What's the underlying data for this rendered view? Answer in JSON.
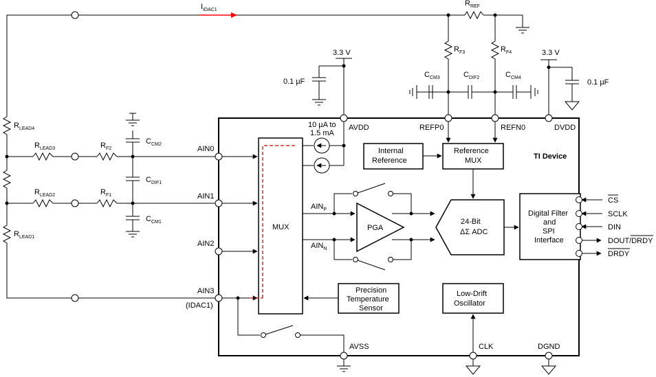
{
  "labels": {
    "idac1_main": "I",
    "idac1_sub": "IDAC1",
    "rref_main": "R",
    "rref_sub": "REF",
    "rf3_main": "R",
    "rf3_sub": "F3",
    "rf4_main": "R",
    "rf4_sub": "F4",
    "ccm3_main": "C",
    "ccm3_sub": "CM3",
    "cdif2_main": "C",
    "cdif2_sub": "DIF2",
    "ccm4_main": "C",
    "ccm4_sub": "CM4",
    "supply_avdd": "3.3 V",
    "supply_dvdd": "3.3 V",
    "cap_left": "0.1 µF",
    "cap_right": "0.1 µF",
    "rlead4_main": "R",
    "rlead4_sub": "LEAD4",
    "rlead3_main": "R",
    "rlead3_sub": "LEAD3",
    "rlead2_main": "R",
    "rlead2_sub": "LEAD2",
    "rlead1_main": "R",
    "rlead1_sub": "LEAD1",
    "rf2_main": "R",
    "rf2_sub": "F2",
    "rf1_main": "R",
    "rf1_sub": "F1",
    "ccm2_main": "C",
    "ccm2_sub": "CM2",
    "cdif1_main": "C",
    "cdif1_sub": "DIF1",
    "ccm1_main": "C",
    "ccm1_sub": "CM1",
    "idac_range_1": "10 µA to",
    "idac_range_2": "1.5 mA"
  },
  "pins": {
    "ain0": "AIN0",
    "ain1": "AIN1",
    "ain2": "AIN2",
    "ain3": "AIN3",
    "idac1": "(IDAC1)",
    "avdd": "AVDD",
    "refp0": "REFP0",
    "refn0": "REFN0",
    "dvdd": "DVDD",
    "avss": "AVSS",
    "clk": "CLK",
    "dgnd": "DGND",
    "cs": "CS",
    "sclk": "SCLK",
    "din": "DIN",
    "dout": "DOUT/",
    "dout_drdy": "DRDY",
    "drdy": "DRDY"
  },
  "blocks": {
    "device_title": "TI Device",
    "mux": "MUX",
    "internal_ref_1": "Internal",
    "internal_ref_2": "Reference",
    "ref_mux_1": "Reference",
    "ref_mux_2": "MUX",
    "pga": "PGA",
    "adc_1": "24-Bit",
    "adc_2": "ΔΣ ADC",
    "dfilter_1": "Digital Filter",
    "dfilter_2": "and",
    "dfilter_3": "SPI",
    "dfilter_4": "Interface",
    "temp_1": "Precision",
    "temp_2": "Temperature",
    "temp_3": "Sensor",
    "osc_1": "Low-Drift",
    "osc_2": "Oscillator",
    "ainp_main": "AIN",
    "ainp_sub": "P",
    "ainn_main": "AIN",
    "ainn_sub": "N"
  },
  "colors": {
    "idac_current_arrow": "#ff0000",
    "mux_path": "#cc0000"
  }
}
